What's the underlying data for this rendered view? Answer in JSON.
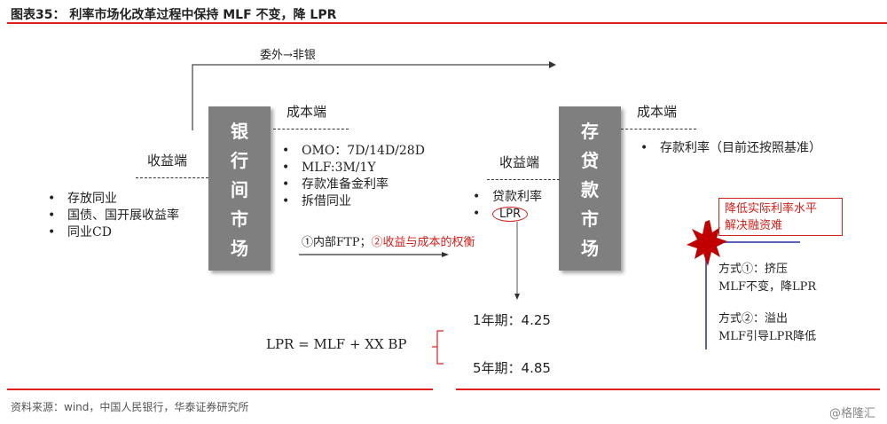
{
  "title": "图表35：  利率市场化改革过程中保持 MLF 不变，降 LPR",
  "top_flow": "委外→非银",
  "bank_market": {
    "label": [
      "银",
      "行",
      "间",
      "市",
      "场"
    ],
    "income_label": "收益端",
    "cost_label": "成本端",
    "income_items": [
      "存放同业",
      "国债、国开展收益率",
      "同业CD"
    ],
    "cost_items": [
      "OMO：7D/14D/28D",
      "MLF:3M/1Y",
      "存款准备金利率",
      "拆借同业"
    ]
  },
  "ftp": {
    "part1": "①内部FTP；",
    "part2": "②收益与成本的权衡"
  },
  "loan_market": {
    "label": [
      "存",
      "贷",
      "款",
      "市",
      "场"
    ],
    "income_label": "收益端",
    "cost_label": "成本端",
    "income_items": [
      "贷款利率",
      "LPR"
    ],
    "cost_items": [
      "存款利率（目前还按照基准）"
    ]
  },
  "formula": "LPR = MLF + XX BP",
  "terms": [
    "1年期：4.25",
    "5年期：4.85"
  ],
  "callout": {
    "line1": "降低实际利率水平",
    "line2": "解决融资难"
  },
  "methods": [
    {
      "title": "方式①：挤压",
      "desc": "MLF不变，降LPR"
    },
    {
      "title": "方式②：溢出",
      "desc": "MLF引导LPR降低"
    }
  ],
  "source": "资料来源：wind，中国人民银行，华泰证券研究所",
  "watermark": "@格隆汇",
  "colors": {
    "accent": "#e0201a",
    "box": "#7f7f7f",
    "blue": "#5b5fb5"
  }
}
